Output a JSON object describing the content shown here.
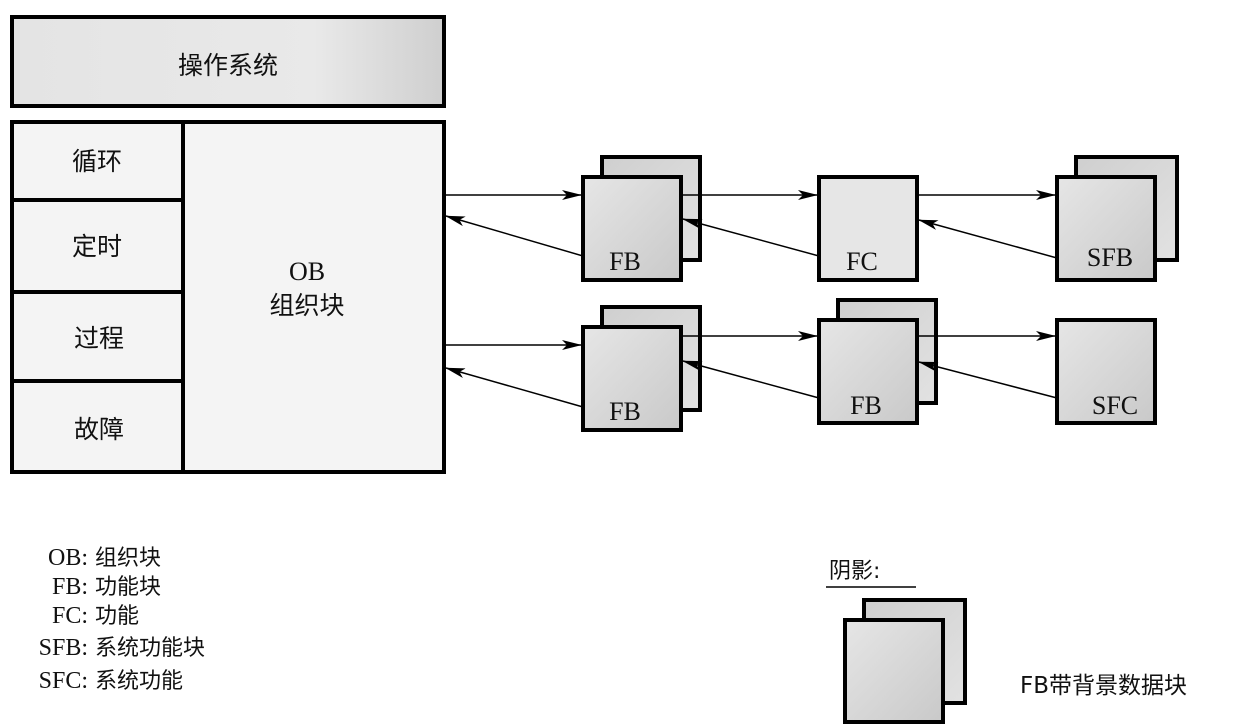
{
  "os_block": {
    "label": "操作系统"
  },
  "event_types": [
    {
      "label": "循环"
    },
    {
      "label": "定时"
    },
    {
      "label": "过程"
    },
    {
      "label": "故障"
    }
  ],
  "ob_block": {
    "line1": "OB",
    "line2": "组织块"
  },
  "row1": [
    {
      "label": "FB",
      "shadow": true
    },
    {
      "label": "FC",
      "shadow": false
    },
    {
      "label": "SFB",
      "shadow": true
    }
  ],
  "row2": [
    {
      "label": "FB",
      "shadow": true
    },
    {
      "label": "FB",
      "shadow": true
    },
    {
      "label": "SFC",
      "shadow": false
    }
  ],
  "legend": [
    {
      "abbr": "OB:",
      "desc": "组织块"
    },
    {
      "abbr": "FB:",
      "desc": "功能块"
    },
    {
      "abbr": "FC:",
      "desc": "功能"
    },
    {
      "abbr": "SFB:",
      "desc": "系统功能块"
    },
    {
      "abbr": "SFC:",
      "desc": "系统功能"
    }
  ],
  "shadow_legend": {
    "title": "阴影:",
    "caption": "FB带背景数据块"
  },
  "colors": {
    "fill_light": "#f6f6f6",
    "fill_mid": "#e6e6e6",
    "fill_dark": "#d4d4d4",
    "stroke": "#000000"
  }
}
